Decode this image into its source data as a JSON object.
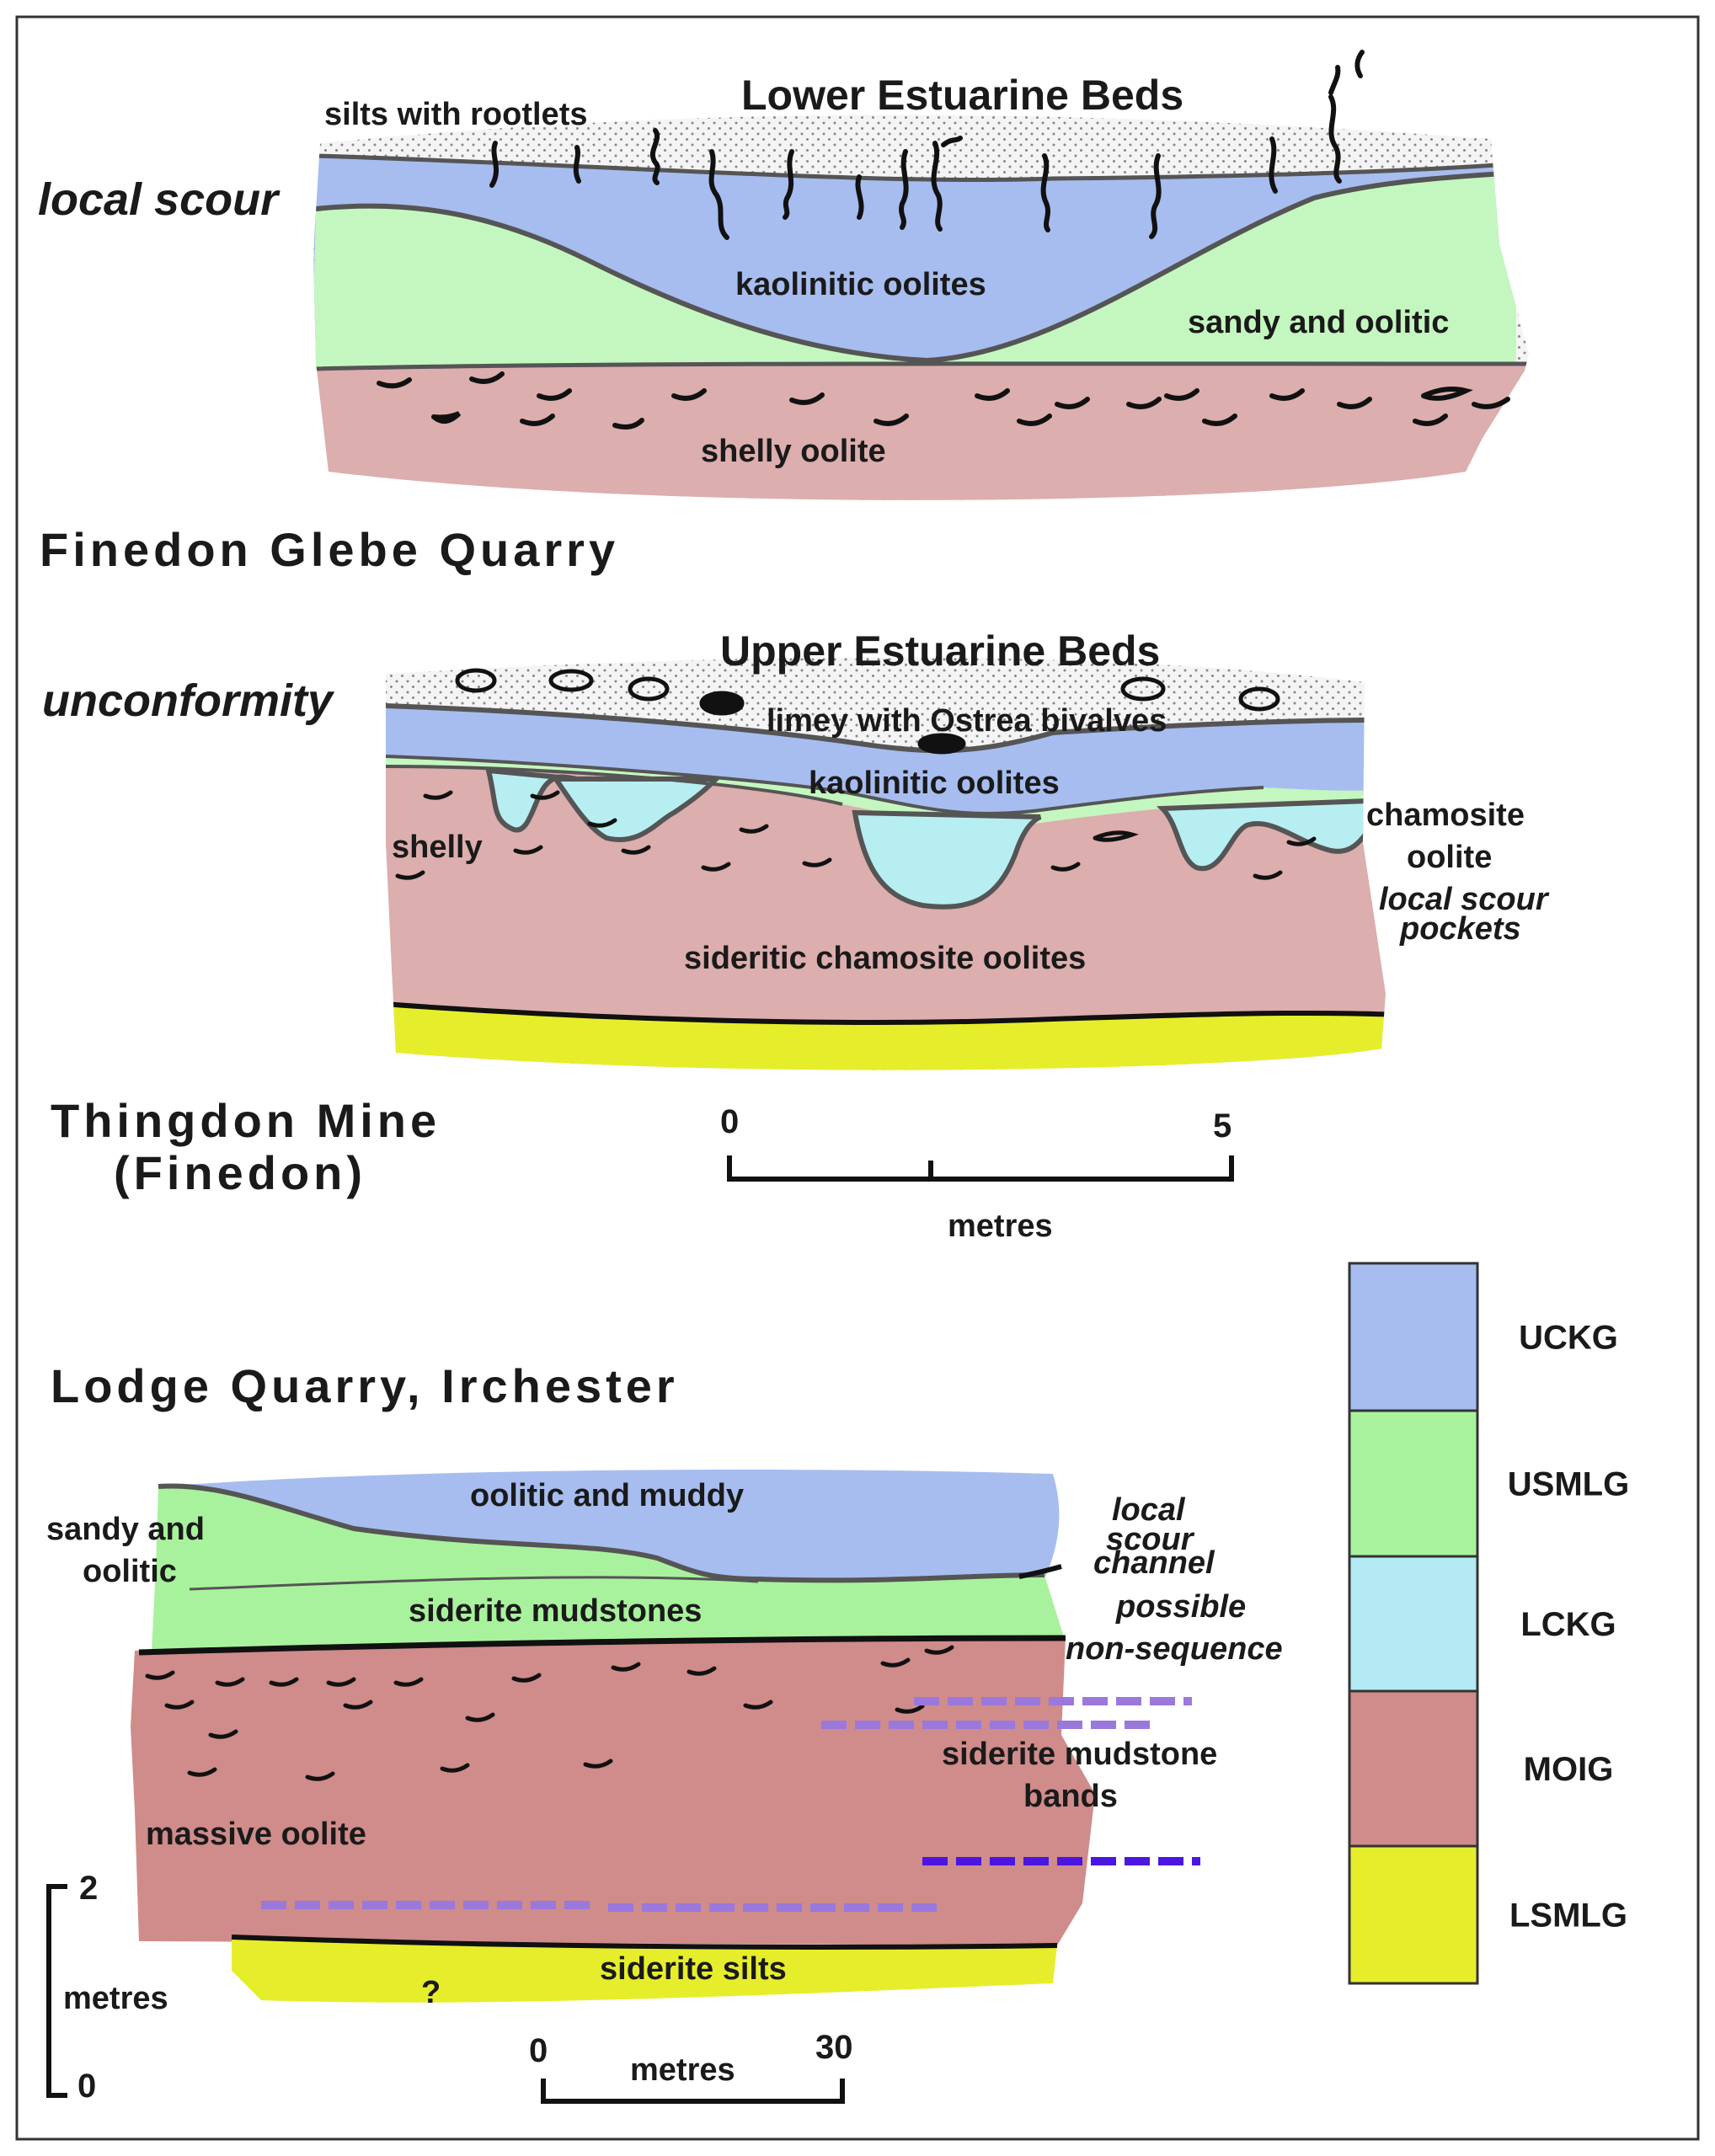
{
  "colors": {
    "ucKG": "#a7bdf0",
    "usmlg": "#c4f7bf",
    "lckg": "#b7eef2",
    "moig": "#dcaeae",
    "moig_lodge": "#cf8c8a",
    "lsmlg": "#e6ee2c",
    "sand": "#f2f2f2",
    "bed_line": "#555555",
    "dash_light": "#9a78dc",
    "dash_dark": "#4b16e0"
  },
  "sections": {
    "finedon_glebe": {
      "title": "Finedon Glebe Quarry",
      "side_label": "local scour",
      "labels": {
        "top": "Lower Estuarine Beds",
        "rootlets": "silts with rootlets",
        "blue": "kaolinitic oolites",
        "green": "sandy and oolitic",
        "pink": "shelly oolite"
      }
    },
    "thingdon": {
      "title_line1": "Thingdon Mine",
      "title_line2": "(Finedon)",
      "side_label": "unconformity",
      "labels": {
        "top": "Upper Estuarine Beds",
        "limey": "limey with Ostrea bivalves",
        "blue": "kaolinitic oolites",
        "shelly": "shelly",
        "pink": "sideritic chamosite oolites",
        "chamosite_1": "chamosite",
        "chamosite_2": "oolite",
        "scour_1": "local scour",
        "scour_2": "pockets"
      },
      "scale": {
        "start": "0",
        "end": "5",
        "unit": "metres"
      }
    },
    "lodge": {
      "title": "Lodge Quarry, Irchester",
      "labels": {
        "blue": "oolitic and muddy",
        "sandy_1": "sandy and",
        "sandy_2": "oolitic",
        "green": "siderite  mudstones",
        "channel_1": "local",
        "channel_2": "scour",
        "channel_3": "channel",
        "nonseq_1": "possible",
        "nonseq_2": "non-sequence",
        "bands_1": "siderite mudstone",
        "bands_2": "bands",
        "massive": "massive oolite",
        "silts": "siderite silts",
        "query": "?"
      },
      "h_scale": {
        "start": "0",
        "end": "30",
        "unit": "metres"
      },
      "v_scale": {
        "top": "2",
        "bottom": "0",
        "unit": "metres"
      }
    }
  },
  "legend": [
    {
      "label": "UCKG",
      "color": "#a7bdf0"
    },
    {
      "label": "USMLG",
      "color": "#a9f29d"
    },
    {
      "label": "LCKG",
      "color": "#b3eaf3"
    },
    {
      "label": "MOIG",
      "color": "#cf8c8a"
    },
    {
      "label": "LSMLG",
      "color": "#e6ee2c"
    }
  ]
}
